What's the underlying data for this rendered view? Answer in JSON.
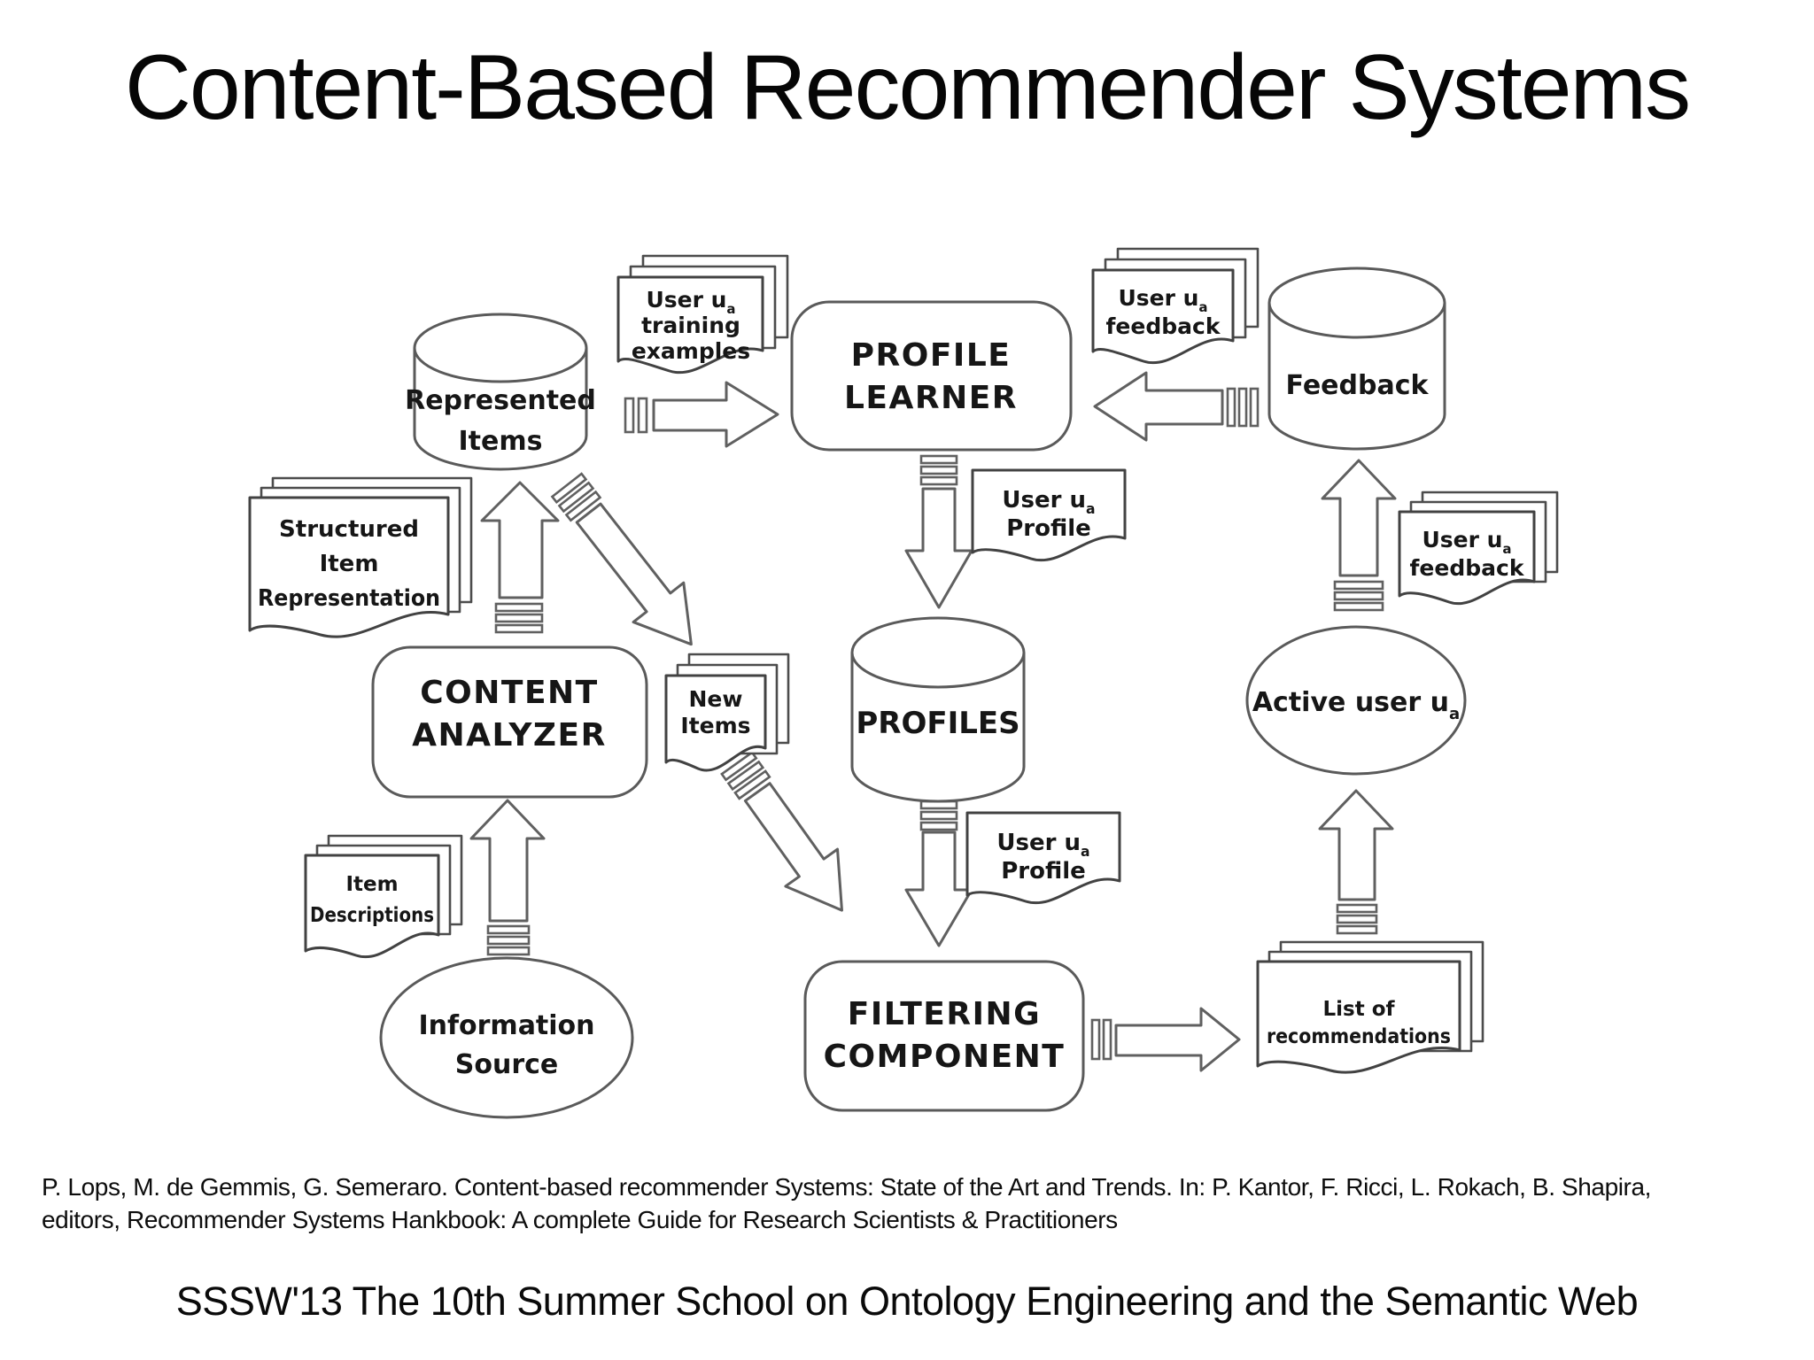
{
  "title": "Content-Based Recommender Systems",
  "diagram": {
    "represented_items": {
      "line1": "Represented",
      "line2": "Items"
    },
    "profile_learner": {
      "line1": "PROFILE",
      "line2": "LEARNER"
    },
    "feedback_db": {
      "label": "Feedback"
    },
    "profiles_db": {
      "label": "PROFILES"
    },
    "content_analyzer": {
      "line1": "CONTENT",
      "line2": "ANALYZER"
    },
    "filtering_component": {
      "line1": "FILTERING",
      "line2": "COMPONENT"
    },
    "information_source": {
      "line1": "Information",
      "line2": "Source"
    },
    "active_user": {
      "label": "Active user u",
      "sub": "a"
    },
    "training_examples_doc": {
      "line1": "User u",
      "sub": "a",
      "line2": "training",
      "line3": "examples"
    },
    "feedback_doc_top": {
      "line1": "User u",
      "sub": "a",
      "line2": "feedback"
    },
    "structured_doc": {
      "line1": "Structured",
      "line2": "Item",
      "line3": "Representation"
    },
    "new_items_doc": {
      "line1": "New",
      "line2": "Items"
    },
    "item_descriptions_doc": {
      "line1": "Item",
      "line2": "Descriptions"
    },
    "feedback_doc_right": {
      "line1": "User u",
      "sub": "a",
      "line2": "feedback"
    },
    "list_recommendations_doc": {
      "line1": "List of",
      "line2": "recommendations"
    },
    "profile_doc_top": {
      "line1": "User u",
      "sub": "a",
      "line2": "Profile"
    },
    "profile_doc_bottom": {
      "line1": "User u",
      "sub": "a",
      "line2": "Profile"
    }
  },
  "citation": {
    "line1": "P. Lops, M. de Gemmis, G. Semeraro. Content-based recommender Systems: State of the Art and Trends. In: P. Kantor, F. Ricci, L. Rokach, B. Shapira,",
    "line2": "editors, Recommender Systems Hankbook: A complete Guide for Research Scientists & Practitioners"
  },
  "footer": "SSSW'13 The 10th Summer School on Ontology Engineering and the Semantic Web"
}
